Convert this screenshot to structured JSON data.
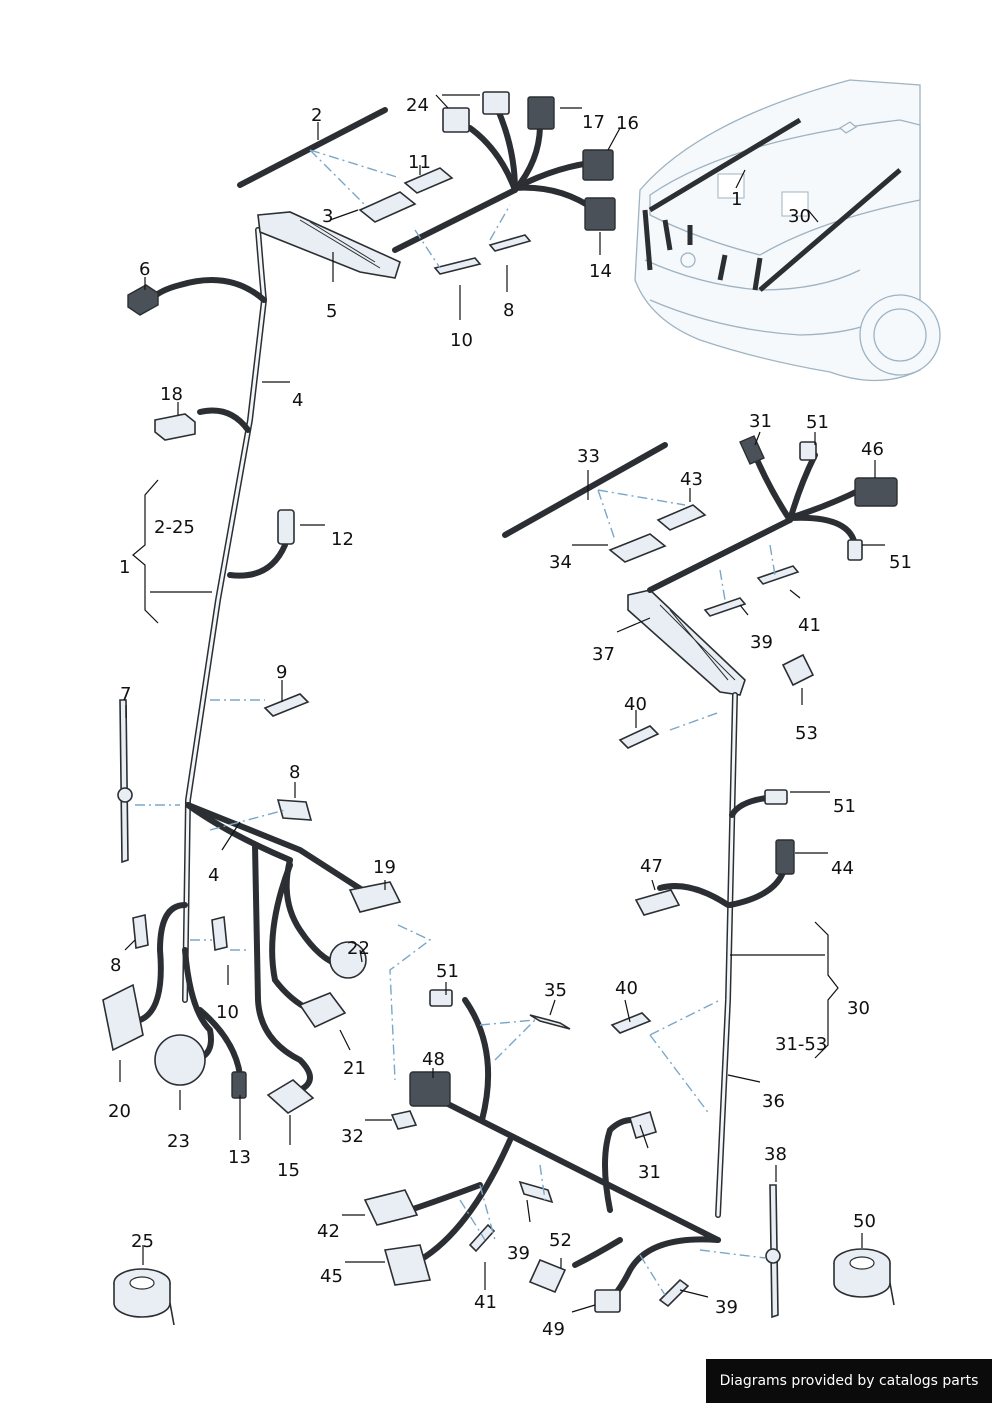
{
  "footer": {
    "text": "Diagrams provided by catalogs parts"
  },
  "labels": {
    "l2": "2",
    "l24": "24",
    "l17": "17",
    "l16": "16",
    "l11": "11",
    "l3": "3",
    "l1car": "1",
    "l30car": "30",
    "l6": "6",
    "l5": "5",
    "l8a": "8",
    "l10a": "10",
    "l14": "14",
    "l4a": "4",
    "l18": "18",
    "l225": "2-25",
    "l1": "1",
    "l12": "12",
    "l9": "9",
    "l7": "7",
    "l8b": "8",
    "l4b": "4",
    "l19": "19",
    "l8c": "8",
    "l10b": "10",
    "l22": "22",
    "l21": "21",
    "l20": "20",
    "l23": "23",
    "l13": "13",
    "l15": "15",
    "l25": "25",
    "l33": "33",
    "l43": "43",
    "l34": "34",
    "l31a": "31",
    "l51a": "51",
    "l46": "46",
    "l51b": "51",
    "l37": "37",
    "l39a": "39",
    "l41a": "41",
    "l53": "53",
    "l40a": "40",
    "l51c": "51",
    "l47": "47",
    "l44": "44",
    "l30": "30",
    "l3153": "31-53",
    "l36": "36",
    "l51d": "51",
    "l35": "35",
    "l40b": "40",
    "l48": "48",
    "l32": "32",
    "l31b": "31",
    "l42": "42",
    "l45": "45",
    "l41b": "41",
    "l39b": "39",
    "l52": "52",
    "l38": "38",
    "l49": "49",
    "l39c": "39",
    "l50": "50"
  }
}
